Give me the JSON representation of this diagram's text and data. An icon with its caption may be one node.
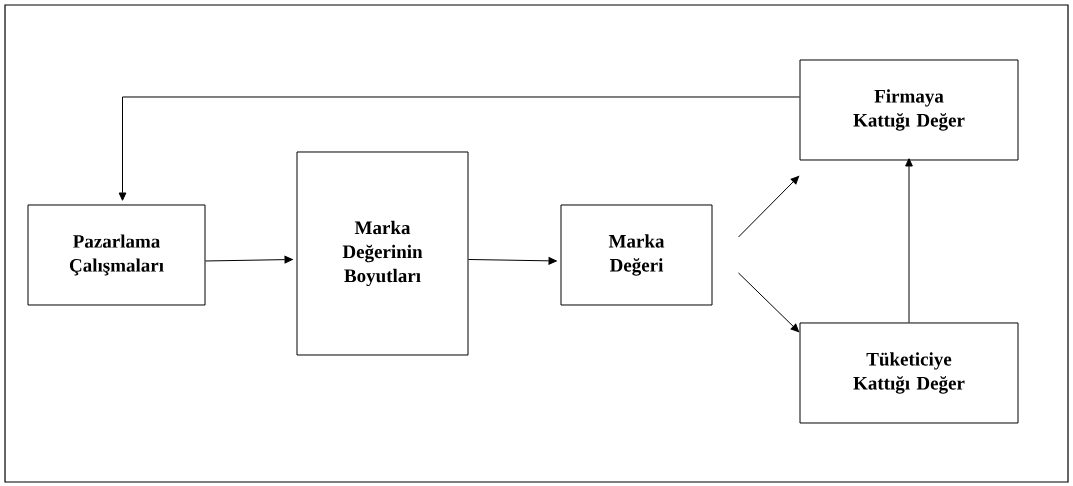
{
  "diagram": {
    "nodes": [
      {
        "text": [
          "Pazarlama Çalışmaları"
        ]
      },
      {
        "text": [
          "Marka Değerinin Boyutları"
        ]
      },
      {
        "text": [
          "Marka Değeri"
        ]
      },
      {
        "text": [
          "Firmaya Kattığı Değer"
        ]
      },
      {
        "text": [
          "Tüketiciye Kattığı Değer"
        ]
      }
    ],
    "edges": [
      {
        "from": 0,
        "to": 1,
        "arrow": "to"
      },
      {
        "from": 1,
        "to": 2,
        "arrow": "to"
      },
      {
        "from": 2,
        "to": 3,
        "arrow": "to"
      },
      {
        "from": 2,
        "to": 4,
        "arrow": "to"
      },
      {
        "from": 4,
        "to": 3,
        "arrow": "to"
      },
      {
        "from": 3,
        "to": 0,
        "arrow": "to"
      }
    ]
  }
}
